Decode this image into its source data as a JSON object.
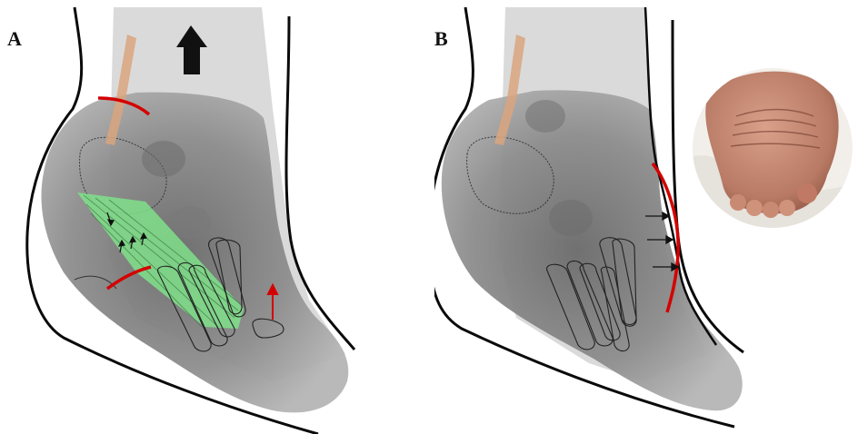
{
  "figure": {
    "panels": [
      {
        "id": "A",
        "label": "A"
      },
      {
        "id": "B",
        "label": "B"
      }
    ]
  },
  "colors": {
    "outline": "#0a0a0a",
    "skin_overlay": "#cfcfcf",
    "xray_dark": "#5a5a5a",
    "xray_mid": "#8a8a8a",
    "tendon": "#d9a47f",
    "red_marker": "#d40000",
    "green_fascia": "#7fe08a",
    "arrow_black": "#111111"
  },
  "icons": {
    "panel_a_big_arrow": "up-arrow-icon",
    "panel_a_red_arrow": "up-arrow-icon",
    "panel_b_small_arrows": "right-arrow-icon"
  }
}
